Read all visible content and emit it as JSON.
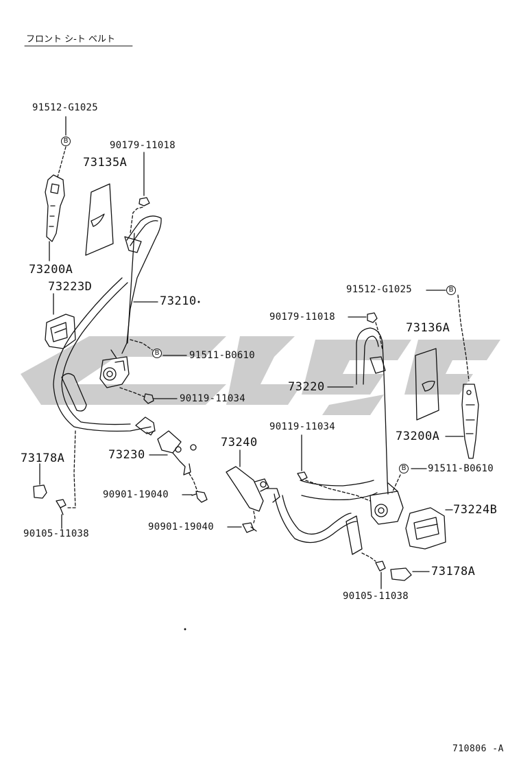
{
  "title": "フロント シ-ト ベルト",
  "diagram_code": "710806 -A",
  "callout_letter": "B",
  "watermark_color": "#c8c8c8",
  "line_color": "#111111",
  "parts": {
    "p91512_left": "91512-G1025",
    "p90179_left": "90179-11018",
    "p73135A": "73135A",
    "p73200A_left": "73200A",
    "p73223D": "73223D",
    "p73210": "73210",
    "p91511_left": "91511-B0610",
    "p90119_left": "90119-11034",
    "p73178A_left": "73178A",
    "p73230": "73230",
    "p90901_a": "90901-19040",
    "p90105_left": "90105-11038",
    "p73240": "73240",
    "p90901_b": "90901-19040",
    "p91512_right": "91512-G1025",
    "p90179_right": "90179-11018",
    "p73136A": "73136A",
    "p73220": "73220",
    "p90119_right": "90119-11034",
    "p73200A_right": "73200A",
    "p91511_right": "91511-B0610",
    "p73224B": "73224B",
    "p73178A_right": "73178A",
    "p90105_right": "90105-11038"
  }
}
